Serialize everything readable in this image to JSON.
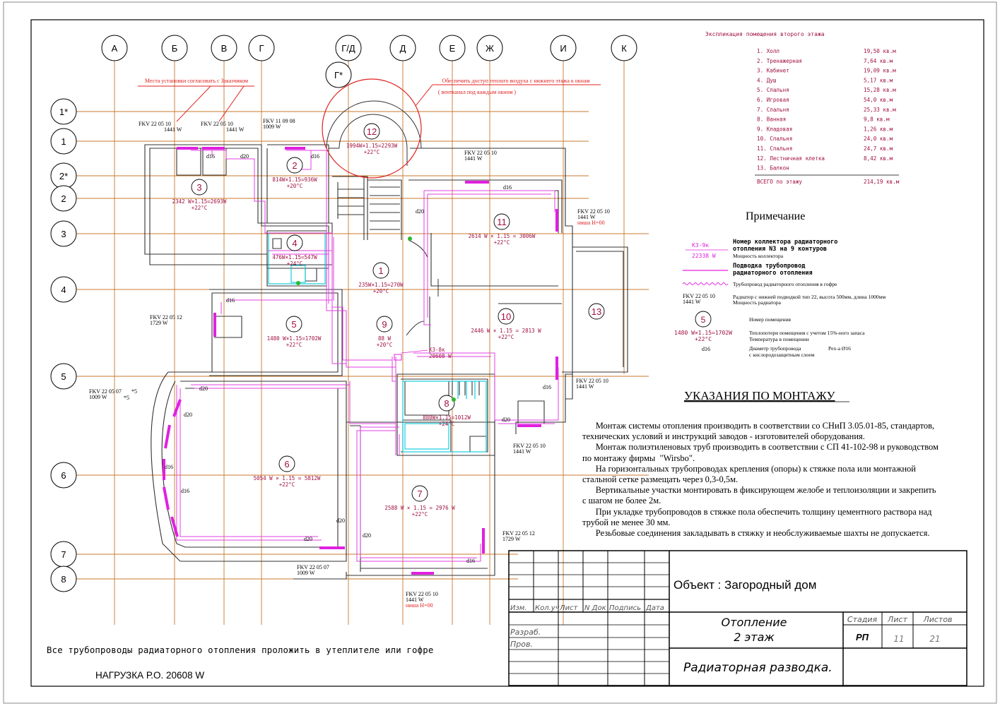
{
  "axes_cols": [
    "А",
    "Б",
    "В",
    "Г",
    "Г/Д",
    "Д",
    "Е",
    "Ж",
    "И",
    "К"
  ],
  "axis_g_star": "Г*",
  "axes_rows": [
    "1*",
    "1",
    "2*",
    "2",
    "3",
    "4",
    "5",
    "6",
    "7",
    "8"
  ],
  "red_notes": {
    "left": "Места установки согласовать с Заказчиком",
    "right_1": "Обеспечить доступ теплого воздуха с нижнего этажа к окнам",
    "right_2": "( вентканал под каждым окном )"
  },
  "rooms": [
    {
      "num": "1",
      "load": "235W×1.15=270W",
      "temp": "+20°C"
    },
    {
      "num": "2",
      "load": "814W×1.15=936W",
      "temp": "+20°C"
    },
    {
      "num": "3",
      "load": "2342 W×1.15=2693W",
      "temp": "+22°C"
    },
    {
      "num": "4",
      "load": "476W×1.15=547W",
      "temp": "+24°C"
    },
    {
      "num": "5",
      "load": "1480 W×1.15=1702W",
      "temp": "+22°C"
    },
    {
      "num": "6",
      "load": "5054 W × 1.15 = 5812W",
      "temp": "+22°C"
    },
    {
      "num": "7",
      "load": "2588 W × 1.15 = 2976 W",
      "temp": "+22°C"
    },
    {
      "num": "8",
      "load": "880W×1.15=1012W",
      "temp": "+24°C"
    },
    {
      "num": "9",
      "load": "88 W",
      "temp": "+20°C"
    },
    {
      "num": "10",
      "load": "2446 W × 1.15 = 2813 W",
      "temp": "+22°C"
    },
    {
      "num": "11",
      "load": "2614 W × 1.15 = 3006W",
      "temp": "+22°C"
    },
    {
      "num": "12",
      "load": "1994W×1.15=2293W",
      "temp": "+22°C"
    },
    {
      "num": "13",
      "load": "",
      "temp": ""
    }
  ],
  "radiators": [
    {
      "model": "FKV 22 05 10",
      "power": "1441 W",
      "extra": ""
    },
    {
      "model": "FKV 22 05 10",
      "power": "1441 W",
      "extra": ""
    },
    {
      "model": "FKV 11 09 08",
      "power": "1009 W",
      "extra": ""
    },
    {
      "model": "FKV 22 05 10",
      "power": "1441 W",
      "extra": ""
    },
    {
      "model": "FKV 22 05 10",
      "power": "1441 W",
      "extra": "ниша Н=00"
    },
    {
      "model": "FKV 22 05 12",
      "power": "1729 W",
      "extra": ""
    },
    {
      "model": "FKV 22 05 07",
      "power": "1009 W",
      "extra": "*5"
    },
    {
      "model": "FKV 22 05 10",
      "power": "1441 W",
      "extra": ""
    },
    {
      "model": "FKV 22 05 10",
      "power": "1441 W",
      "extra": ""
    },
    {
      "model": "FKV 22 05 12",
      "power": "1729 W",
      "extra": ""
    },
    {
      "model": "FKV 22 05 07",
      "power": "1009 W",
      "extra": ""
    },
    {
      "model": "FKV 22 05 10",
      "power": "1441 W",
      "extra": "ниша Н=00"
    }
  ],
  "pipe_labels": {
    "d16": "d16",
    "d20": "d20"
  },
  "star5": "*5",
  "collector": {
    "name": "К3-8к",
    "power": "20608 W"
  },
  "explication": {
    "title": "Экспликация помещения второго этажа",
    "rows": [
      {
        "name": "1. Холл",
        "area": "19,50 кв.м"
      },
      {
        "name": "2. Тренажерная",
        "area": "7,64 кв.м"
      },
      {
        "name": "3. Кабинет",
        "area": "19,09 кв.м"
      },
      {
        "name": "4. Душ",
        "area": "5,17 кв.м"
      },
      {
        "name": "5. Спальня",
        "area": "15,28 кв.м"
      },
      {
        "name": "6. Игровая",
        "area": "54,0 кв.м"
      },
      {
        "name": "7. Спальня",
        "area": "25,33 кв.м"
      },
      {
        "name": "8. Ванная",
        "area": "9,8 кв.м"
      },
      {
        "name": "9. Кладовая",
        "area": "1,26 кв.м"
      },
      {
        "name": "10. Спальня",
        "area": "24,0 кв.м"
      },
      {
        "name": "11. Спальня",
        "area": "24,7 кв.м"
      },
      {
        "name": "12. Лестничная клетка",
        "area": "8,42 кв.м"
      },
      {
        "name": "13. Балкон",
        "area": ""
      }
    ],
    "total_label": "ВСЕГО по этажу",
    "total_area": "214,19 кв.м"
  },
  "legend": {
    "title": "Примечание",
    "coll_name": "К3-9к",
    "coll_power": "22338 W",
    "coll_desc1": "Номер коллектора радиаторного",
    "coll_desc2": "отопления N3 на 9 контуров",
    "coll_desc3": "Мощность коллектора",
    "pipe_desc1": "Подводка трубопровод",
    "pipe_desc2": "радиаторного отопления",
    "gofre_desc": "Трубопровод радиаторного отопления в гофре",
    "rad_model": "FKV 22 05 10",
    "rad_power": "1441 W",
    "rad_desc1": "Радиатор с нижней подводкой тип 22, высота 500мм, длина 1000мм",
    "rad_desc2": "Мощность радиатора",
    "room_num": "5",
    "room_num_desc": "Номер помещения",
    "room_load": "1480 W×1.15=1702W",
    "room_temp": "+22°C",
    "room_load_desc": "Теплопотери помещения с учетом 15%-ного запаса",
    "room_temp_desc": "Температура в помещении",
    "d": "d16",
    "d_desc1": "Диаметр трубопровода",
    "d_desc2": "Pex-a Ø16",
    "d_desc3": "с кислородозащитным слоем"
  },
  "montage": {
    "title": "УКАЗАНИЯ ПО МОНТАЖУ",
    "lines": [
      "      Монтаж системы отопления производить в соответствии со СНиП 3.05.01-85, стандартов,",
      "технических условий и инструкций заводов - изготовителей оборудования.",
      "      Монтаж полиэтиленовых труб производить в соответствии с СП 41-102-98 и руководством",
      "по монтажу фирмы  \"Wirsbo\".",
      "      На горизонтальных трубопроводах крепления (опоры) к стяжке пола или монтажной",
      "стальной сетке размещать через 0,3-0,5м.",
      "      Вертикальные участки монтировать в фиксирующем желобе и теплоизоляции и закрепить",
      "с шагом не более 2м.",
      "      При укладке трубопроводов в стяжке пола обеспечить толщину цементного раствора над",
      "трубой не менее 30 мм.",
      "      Резьбовые соединения закладывать в стяжку и необслуживаемые шахты не допускается."
    ]
  },
  "bottom_note": "Все трубопроводы радиаторного отопления проложить в утеплителе или гофре",
  "load_note": "НАГРУЗКА Р.О.  20608 W",
  "stamp": {
    "object": "Объект : Загородный дом",
    "cols": [
      "Изм.",
      "Кол.уч",
      "Лист",
      "N Док",
      "Подпись",
      "Дата"
    ],
    "razrab": "Разраб.",
    "prov": "Пров.",
    "title1": "Отопление",
    "title2": "2 этаж",
    "stage_h": "Стадия",
    "sheet_h": "Лист",
    "sheets_h": "Листов",
    "stage": "РП",
    "sheet": "11",
    "sheets": "21",
    "drawing": "Радиаторная разводка."
  }
}
